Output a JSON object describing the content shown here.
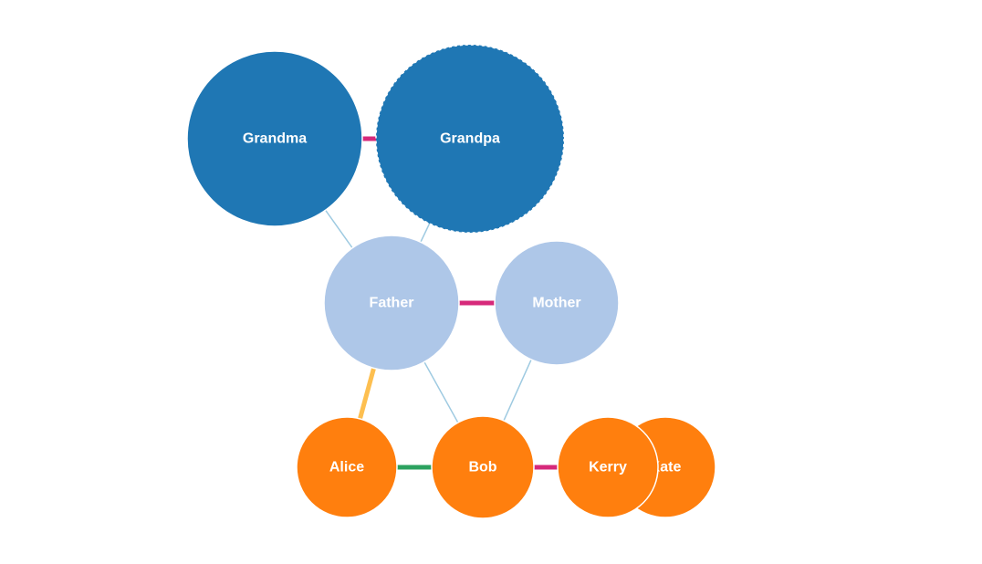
{
  "colors": {
    "grandparents": "#1f77b4",
    "parents": "#aec7e8",
    "children": "#ff7f0e",
    "parent_link": "#9ecae1",
    "spouse_link": "#d6297a",
    "sibling_link": "#2ca25f",
    "special_link": "#fdbf50"
  },
  "nodes": [
    {
      "id": "grandma",
      "label": "Grandma",
      "group": "grandparents",
      "dashed": false
    },
    {
      "id": "grandpa",
      "label": "Grandpa",
      "group": "grandparents",
      "dashed": true
    },
    {
      "id": "father",
      "label": "Father",
      "group": "parents",
      "dashed": false
    },
    {
      "id": "mother",
      "label": "Mother",
      "group": "parents",
      "dashed": false
    },
    {
      "id": "kate",
      "label": "Kate",
      "group": "children",
      "dashed": false
    },
    {
      "id": "alice",
      "label": "Alice",
      "group": "children",
      "dashed": false
    },
    {
      "id": "bob",
      "label": "Bob",
      "group": "children",
      "dashed": false
    },
    {
      "id": "kerry",
      "label": "Kerry",
      "group": "children",
      "dashed": false
    }
  ],
  "links": [
    {
      "source": "grandma",
      "target": "grandpa",
      "type": "spouse"
    },
    {
      "source": "grandma",
      "target": "father",
      "type": "parent"
    },
    {
      "source": "grandpa",
      "target": "father",
      "type": "parent"
    },
    {
      "source": "father",
      "target": "mother",
      "type": "spouse"
    },
    {
      "source": "father",
      "target": "bob",
      "type": "parent"
    },
    {
      "source": "mother",
      "target": "bob",
      "type": "parent"
    },
    {
      "source": "father",
      "target": "alice",
      "type": "special"
    },
    {
      "source": "alice",
      "target": "bob",
      "type": "sibling"
    },
    {
      "source": "bob",
      "target": "kerry",
      "type": "spouse"
    }
  ]
}
